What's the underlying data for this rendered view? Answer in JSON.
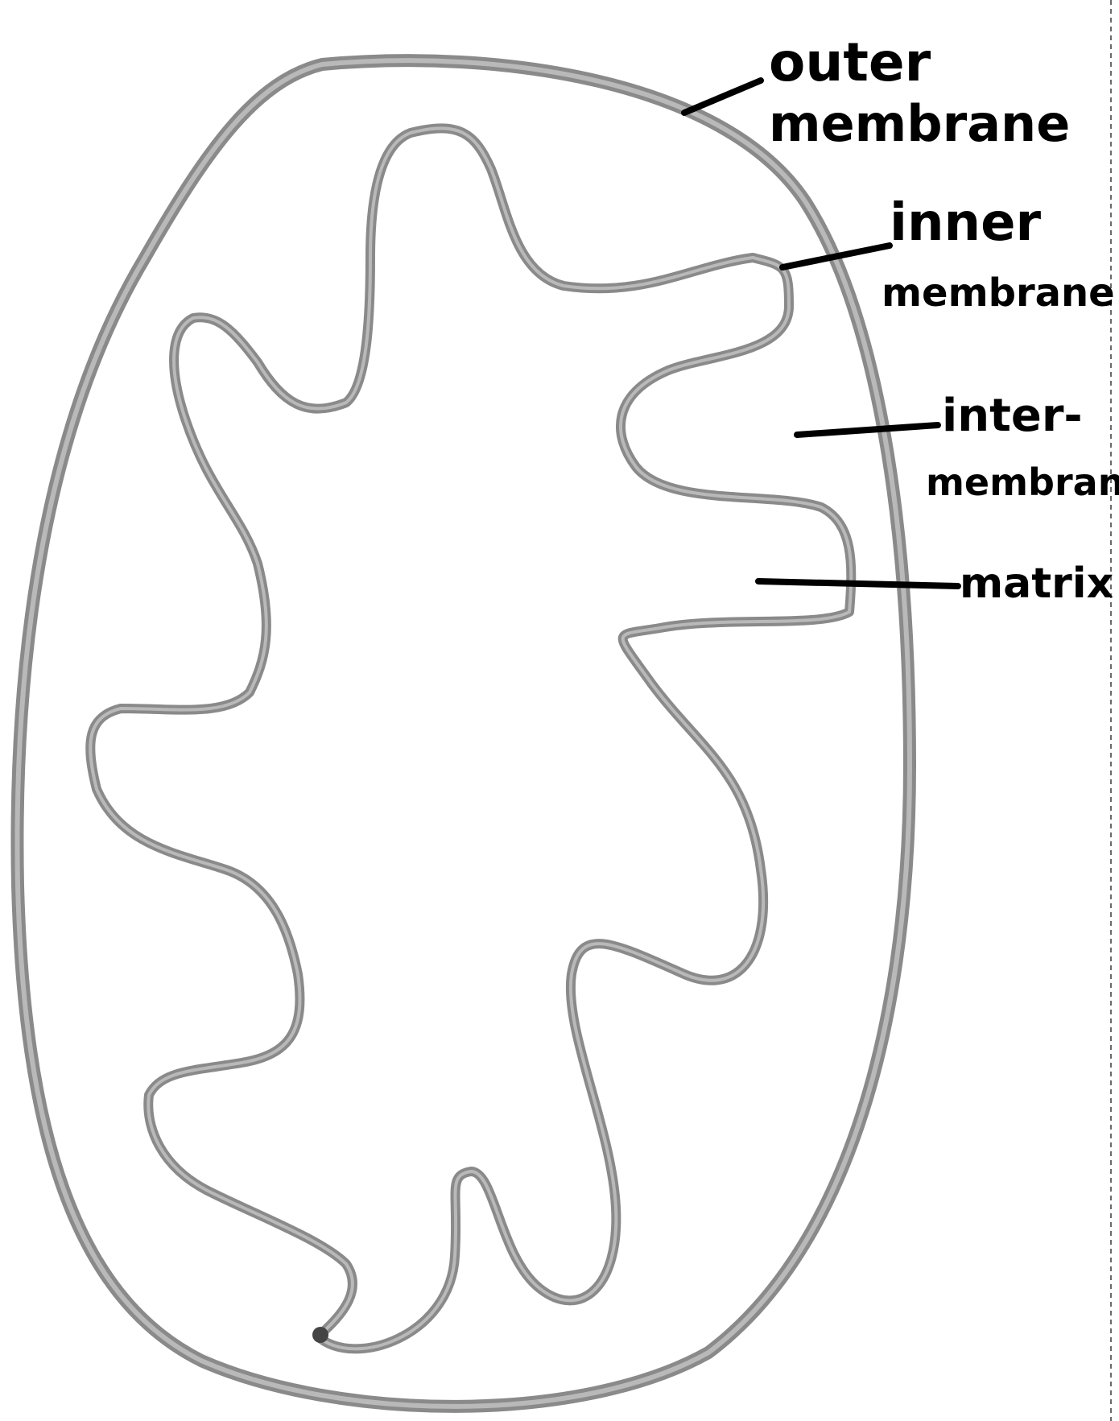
{
  "diagram": {
    "labels": {
      "outer": [
        "outer",
        "membrane"
      ],
      "inner": [
        "inner",
        "membrane"
      ],
      "intermembrane": [
        "inter-",
        "membrane"
      ],
      "matrix": [
        "matrix"
      ]
    },
    "colors": {
      "membrane_stroke": "#8a8a8a",
      "membrane_core": "#b9b9b9",
      "ink": "#000000"
    }
  }
}
